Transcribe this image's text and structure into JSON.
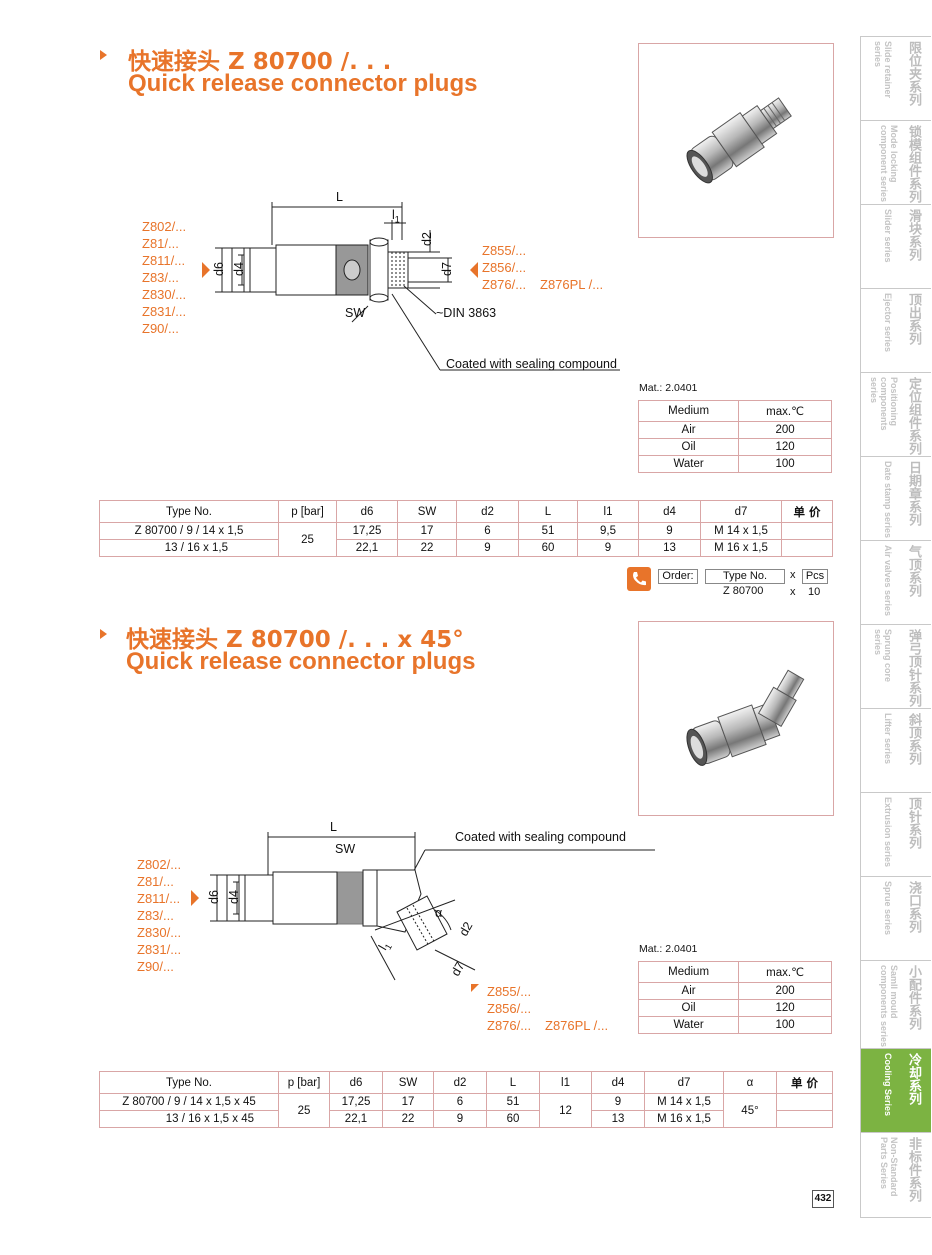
{
  "section1": {
    "title_zh": "快速接头 Z 80700 /. . .",
    "title_en": "Quick release connector plugs",
    "left_labels": [
      "Z802/...",
      "Z81/...",
      "Z811/...",
      "Z83/...",
      "Z830/...",
      "Z831/...",
      "Z90/..."
    ],
    "right_labels": [
      "Z855/...",
      "Z856/...",
      "Z876/..."
    ],
    "right_label_extra": "Z876PL /...",
    "dim_L": "L",
    "dim_l1": "l",
    "dim_l1_sub": "1",
    "dim_d2": "d2",
    "dim_d4": "d4",
    "dim_d6": "d6",
    "dim_d7": "d7",
    "sw": "SW",
    "din": "~DIN 3863",
    "coated": "Coated with sealing compound",
    "mat": "Mat.: 2.0401",
    "medium_table": {
      "headers": [
        "Medium",
        "max.℃"
      ],
      "rows": [
        [
          "Air",
          "200"
        ],
        [
          "Oil",
          "120"
        ],
        [
          "Water",
          "100"
        ]
      ]
    },
    "spec_table": {
      "headers": [
        "Type No.",
        "p [bar]",
        "d6",
        "SW",
        "d2",
        "L",
        "l1",
        "d4",
        "d7",
        "单 价"
      ],
      "rows": [
        [
          "Z 80700 / 9 / 14 x 1,5",
          "17,25",
          "17",
          "6",
          "51",
          "9,5",
          "9",
          "M 14 x 1,5",
          ""
        ],
        [
          "13 / 16 x 1,5",
          "22,1",
          "22",
          "9",
          "60",
          "9",
          "13",
          "M 16 x 1,5",
          ""
        ]
      ],
      "pressure": "25"
    },
    "order": {
      "label": "Order:",
      "type_header": "Type No.",
      "pcs_header": "Pcs",
      "x": "x",
      "type_value": "Z 80700",
      "pcs_value": "10"
    }
  },
  "section2": {
    "title_zh": "快速接头 Z 80700 /. . . x 45°",
    "title_en": "Quick release connector plugs",
    "left_labels": [
      "Z802/...",
      "Z81/...",
      "Z811/...",
      "Z83/...",
      "Z830/...",
      "Z831/...",
      "Z90/..."
    ],
    "right_labels": [
      "Z855/...",
      "Z856/...",
      "Z876/..."
    ],
    "right_label_extra": "Z876PL /...",
    "dim_L": "L",
    "sw": "SW",
    "dim_l1": "l",
    "dim_l1_sub": "1",
    "dim_d2": "d2",
    "dim_d4": "d4",
    "dim_d6": "d6",
    "dim_d7": "d7",
    "alpha": "α",
    "coated": "Coated with sealing compound",
    "mat": "Mat.: 2.0401",
    "medium_table": {
      "headers": [
        "Medium",
        "max.℃"
      ],
      "rows": [
        [
          "Air",
          "200"
        ],
        [
          "Oil",
          "120"
        ],
        [
          "Water",
          "100"
        ]
      ]
    },
    "spec_table": {
      "headers": [
        "Type No.",
        "p [bar]",
        "d6",
        "SW",
        "d2",
        "L",
        "l1",
        "d4",
        "d7",
        "α",
        "单 价"
      ],
      "rows": [
        [
          "Z 80700 / 9 / 14 x 1,5 x 45",
          "17,25",
          "17",
          "6",
          "51",
          "9",
          "M 14 x 1,5",
          ""
        ],
        [
          "13 / 16 x 1,5 x 45",
          "22,1",
          "22",
          "9",
          "60",
          "13",
          "M 16 x 1,5",
          ""
        ]
      ],
      "pressure": "25",
      "l1_value": "12",
      "alpha_value": "45°"
    }
  },
  "sidebar": {
    "tabs": [
      {
        "zh": "限位夹系列",
        "en": "Slide retainer series"
      },
      {
        "zh": "锁模组件系列",
        "en": "Mode locking component series"
      },
      {
        "zh": "滑块系列",
        "en": "Slider series"
      },
      {
        "zh": "顶出系列",
        "en": "Ejector series"
      },
      {
        "zh": "定位组件系列",
        "en": "Positioning components series"
      },
      {
        "zh": "日期章系列",
        "en": "Date stamp series"
      },
      {
        "zh": "气顶系列",
        "en": "Air valves series"
      },
      {
        "zh": "弹弓顶针系列",
        "en": "Sprung core series"
      },
      {
        "zh": "斜顶系列",
        "en": "Lifter series"
      },
      {
        "zh": "顶针系列",
        "en": "Extrusion series"
      },
      {
        "zh": "浇口系列",
        "en": "Sprue series"
      },
      {
        "zh": "小配件系列",
        "en": "Samll mould components series"
      },
      {
        "zh": "冷却系列",
        "en": "Cooling Series"
      },
      {
        "zh": "非标件系列",
        "en": "Non-Standard Parts Series"
      }
    ],
    "active_index": 12
  },
  "page_number": "432",
  "colors": {
    "accent": "#e8742a",
    "table_border": "#d9a6a6",
    "active_tab": "#7cb342"
  }
}
